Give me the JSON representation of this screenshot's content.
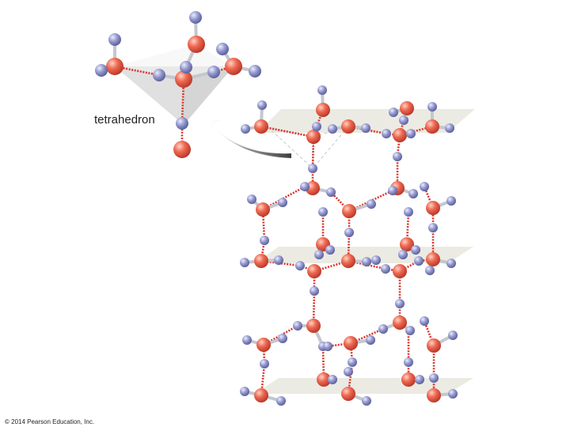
{
  "labels": {
    "tetrahedron": "tetrahedron",
    "copyright": "© 2014 Pearson Education, Inc."
  },
  "colors": {
    "oxygen": "#e8604a",
    "hydrogen": "#8b8fc8",
    "hbond": "#d9342b",
    "covalent": "#c4c7cf",
    "plane": "#ddddd0",
    "arrow": "#4a4a4a"
  },
  "icons": {
    "oxygen_atom": "red-sphere",
    "hydrogen_atom": "blue-sphere",
    "arrow": "curved-arrow-icon"
  }
}
